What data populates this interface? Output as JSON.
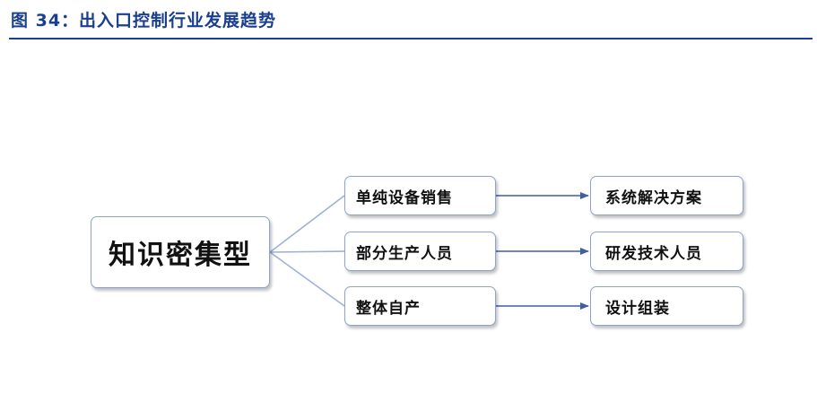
{
  "figure": {
    "title": "图 34：出入口控制行业发展趋势"
  },
  "diagram": {
    "root": "知识密集型",
    "branches": [
      {
        "middle": "单纯设备销售",
        "right": "系统解决方案"
      },
      {
        "middle": "部分生产人员",
        "right": "研发技术人员"
      },
      {
        "middle": "整体自产",
        "right": "设计组装"
      }
    ]
  },
  "colors": {
    "title": "#1a3f8f",
    "border": "#8ea3cf",
    "connector": "#9fb0d6",
    "arrow": "#3f5ea6"
  }
}
